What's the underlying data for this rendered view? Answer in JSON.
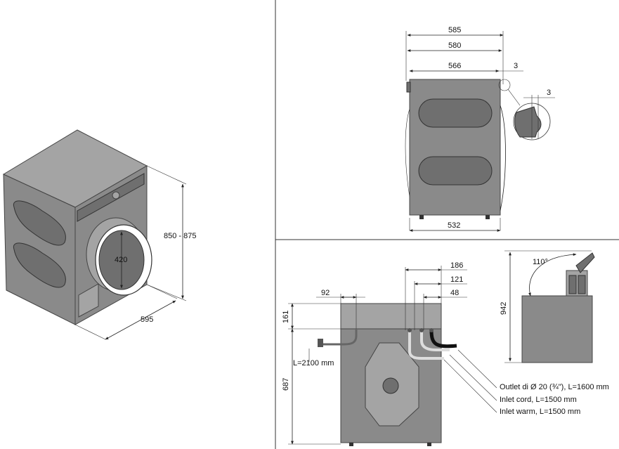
{
  "iso_view": {
    "door_diameter": "420",
    "height_range": "850 - 875",
    "width": "595"
  },
  "side_view": {
    "dim_top": "585",
    "dim_second": "580",
    "dim_third": "566",
    "dim_gap": "3",
    "dim_detail_gap": "3",
    "dim_depth": "532"
  },
  "back_view": {
    "dim_left": "92",
    "dim_186": "186",
    "dim_121": "121",
    "dim_48": "48",
    "dim_161": "161",
    "dim_687": "687",
    "cord_length": "L=2100 mm",
    "callouts": [
      "Outlet di Ø 20 (¾\"), L=1600 mm",
      "Inlet cord, L=1500 mm",
      "Inlet warm, L=1500 mm"
    ]
  },
  "lid_view": {
    "angle": "110°",
    "height": "942"
  }
}
